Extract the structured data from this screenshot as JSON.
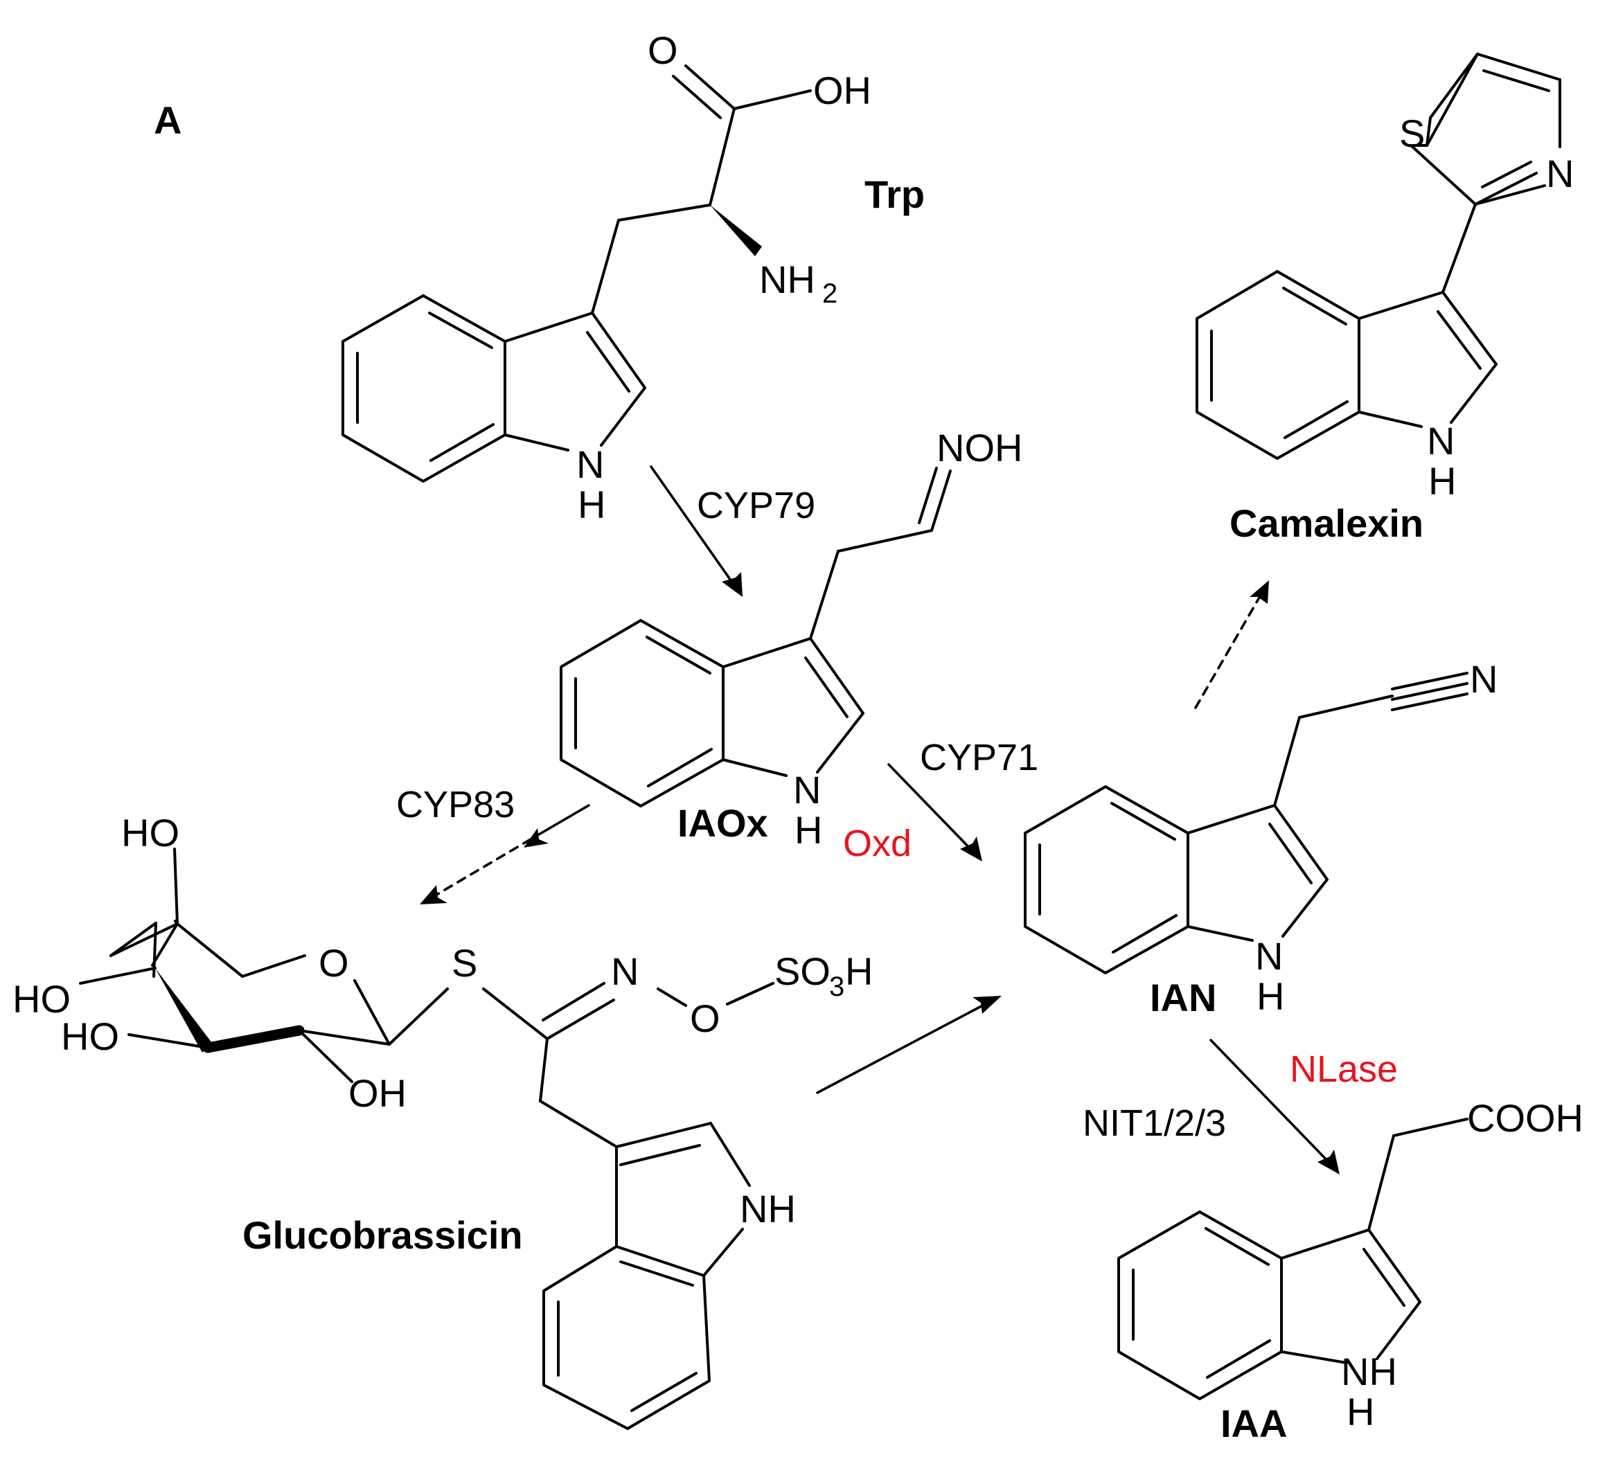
{
  "panel_label": "A",
  "compounds": {
    "trp": "Trp",
    "iaox": "IAOx",
    "ian": "IAN",
    "iaa": "IAA",
    "camalexin": "Camalexin",
    "glucobrassicin": "Glucobrassicin"
  },
  "enzymes": {
    "cyp79": "CYP79",
    "cyp83": "CYP83",
    "cyp71": "CYP71",
    "oxd": "Oxd",
    "nlase": "NLase",
    "nit": "NIT1/2/3"
  },
  "atoms": {
    "O": "O",
    "OH": "OH",
    "NH": "NH",
    "N": "N",
    "H": "H",
    "NH2_base": "NH",
    "NH2_sub": "2",
    "NOH": "NOH",
    "S": "S",
    "HO": "HO",
    "SO3H_a": "SO",
    "SO3H_sub": "3",
    "SO3H_b": "H",
    "COOH": "COOH"
  },
  "colors": {
    "text": "#000000",
    "highlight": "#e8141c"
  }
}
